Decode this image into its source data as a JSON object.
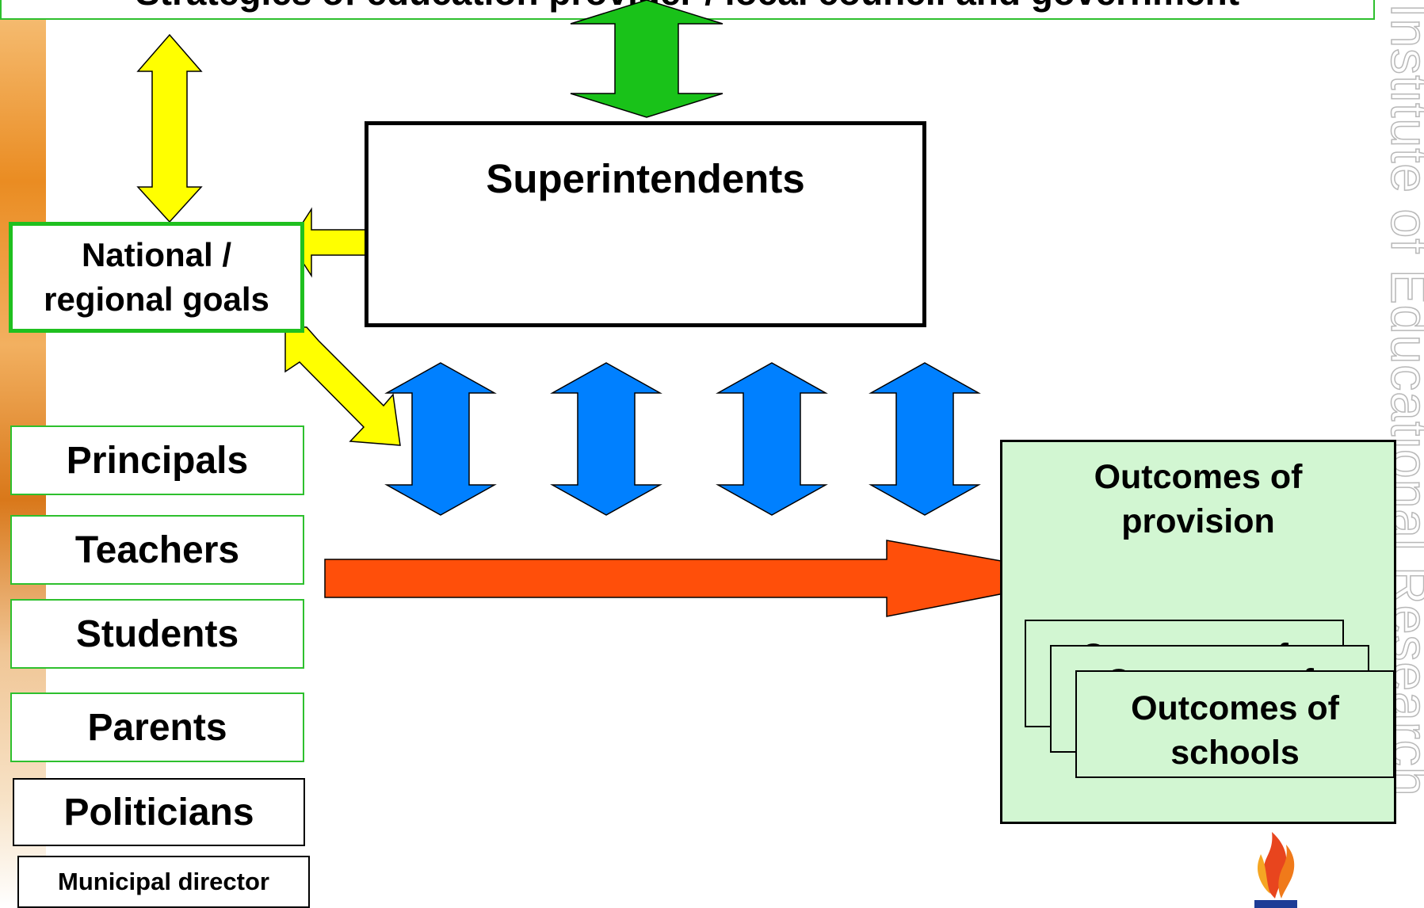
{
  "header": {
    "title": "Strategies of education provider / local council and government"
  },
  "watermark": {
    "text": "Institute of Educational Research"
  },
  "nodes": {
    "superintendents": "Superintendents",
    "goals_line1": "National /",
    "goals_line2": "regional goals",
    "principals": "Principals",
    "teachers": "Teachers",
    "students": "Students",
    "parents": "Parents",
    "politicians": "Politicians",
    "municipal_director": "Municipal director",
    "provision_line1": "Outcomes of",
    "provision_line2": "provision",
    "schools_line1": "Outcomes of",
    "schools_line2": "schools"
  },
  "colors": {
    "green_arrow": "#19c219",
    "yellow_arrow": "#ffff00",
    "blue_arrow": "#0080ff",
    "red_arrow": "#ff4f0a",
    "box_green_border": "#2ec02e",
    "outcomes_fill": "#d2f6d2"
  },
  "logo": {
    "icon": "flame-logo-icon"
  }
}
